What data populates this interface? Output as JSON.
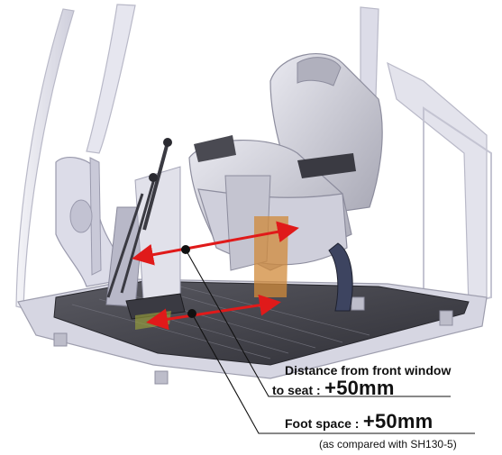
{
  "callouts": {
    "window_distance": {
      "label_line1": "Distance from front window",
      "label_line2": "to seat :",
      "value": "+50mm"
    },
    "foot_space": {
      "label": "Foot space :",
      "value": "+50mm"
    },
    "comparison_note": "(as compared with SH130-5)"
  },
  "colors": {
    "arrow": "#e01a1a",
    "leader": "#111111",
    "cab_frame": "#d9d9e6",
    "seat": "#c9c9d4",
    "floor": "#4a4a52"
  }
}
